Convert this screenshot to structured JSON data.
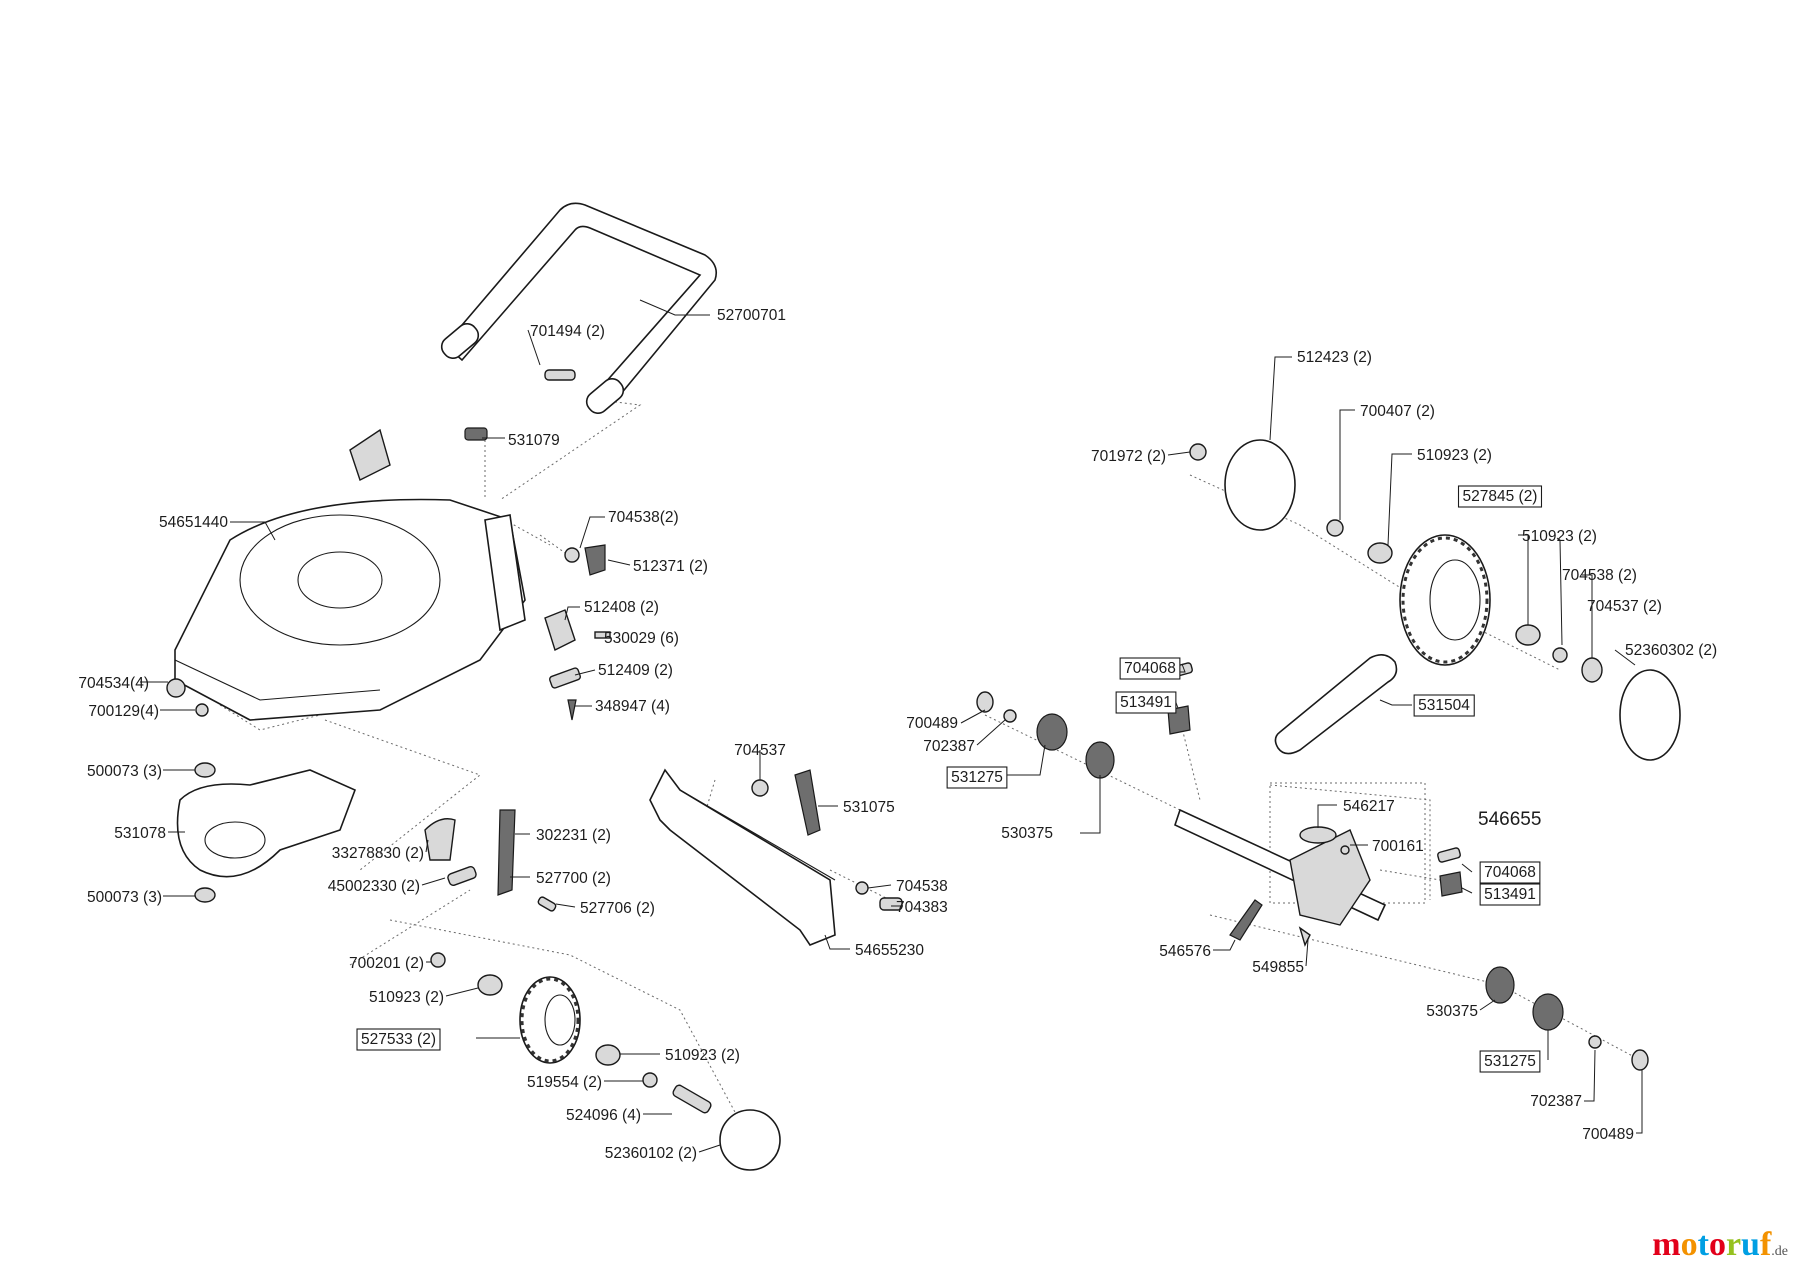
{
  "brand": {
    "parts": [
      "m",
      "o",
      "t",
      "o",
      "r",
      "u",
      "f"
    ],
    "colors": [
      "#e2001a",
      "#f39200",
      "#009fe3",
      "#e2001a",
      "#95c11f",
      "#009fe3",
      "#f39200"
    ],
    "tld": ".de"
  },
  "labels": [
    {
      "id": "l1",
      "text": "52700701",
      "boxed": false
    },
    {
      "id": "l2",
      "text": "701494 (2)",
      "boxed": false
    },
    {
      "id": "l3",
      "text": "531079",
      "boxed": false
    },
    {
      "id": "l4",
      "text": "54651440",
      "boxed": false
    },
    {
      "id": "l5",
      "text": "704538(2)",
      "boxed": false
    },
    {
      "id": "l6",
      "text": "512371 (2)",
      "boxed": false
    },
    {
      "id": "l7",
      "text": "512408 (2)",
      "boxed": false
    },
    {
      "id": "l8",
      "text": "530029 (6)",
      "boxed": false
    },
    {
      "id": "l9",
      "text": "512409 (2)",
      "boxed": false
    },
    {
      "id": "l10",
      "text": "348947 (4)",
      "boxed": false
    },
    {
      "id": "l11",
      "text": "704534(4)",
      "boxed": false
    },
    {
      "id": "l12",
      "text": "700129(4)",
      "boxed": false
    },
    {
      "id": "l13",
      "text": "500073 (3)",
      "boxed": false
    },
    {
      "id": "l14",
      "text": "531078",
      "boxed": false
    },
    {
      "id": "l15",
      "text": "500073 (3)",
      "boxed": false
    },
    {
      "id": "l16",
      "text": "33278830 (2)",
      "boxed": false
    },
    {
      "id": "l17",
      "text": "302231 (2)",
      "boxed": false
    },
    {
      "id": "l18",
      "text": "45002330 (2)",
      "boxed": false
    },
    {
      "id": "l19",
      "text": "527700 (2)",
      "boxed": false
    },
    {
      "id": "l20",
      "text": "527706 (2)",
      "boxed": false
    },
    {
      "id": "l21",
      "text": "700201 (2)",
      "boxed": false
    },
    {
      "id": "l22",
      "text": "510923 (2)",
      "boxed": false
    },
    {
      "id": "l23",
      "text": "527533 (2)",
      "boxed": true
    },
    {
      "id": "l24",
      "text": "510923 (2)",
      "boxed": false
    },
    {
      "id": "l25",
      "text": "519554 (2)",
      "boxed": false
    },
    {
      "id": "l26",
      "text": "524096 (4)",
      "boxed": false
    },
    {
      "id": "l27",
      "text": "52360102 (2)",
      "boxed": false
    },
    {
      "id": "l28",
      "text": "704537",
      "boxed": false
    },
    {
      "id": "l29",
      "text": "531075",
      "boxed": false
    },
    {
      "id": "l30",
      "text": "704538",
      "boxed": false
    },
    {
      "id": "l31",
      "text": "704383",
      "boxed": false
    },
    {
      "id": "l32",
      "text": "54655230",
      "boxed": false
    },
    {
      "id": "l33",
      "text": "512423 (2)",
      "boxed": false
    },
    {
      "id": "l34",
      "text": "700407 (2)",
      "boxed": false
    },
    {
      "id": "l35",
      "text": "701972 (2)",
      "boxed": false
    },
    {
      "id": "l36",
      "text": "510923 (2)",
      "boxed": false
    },
    {
      "id": "l37",
      "text": "527845 (2)",
      "boxed": true
    },
    {
      "id": "l38",
      "text": "510923 (2)",
      "boxed": false
    },
    {
      "id": "l39",
      "text": "704538 (2)",
      "boxed": false
    },
    {
      "id": "l40",
      "text": "704537 (2)",
      "boxed": false
    },
    {
      "id": "l41",
      "text": "52360302 (2)",
      "boxed": false
    },
    {
      "id": "l42",
      "text": "704068",
      "boxed": true
    },
    {
      "id": "l43",
      "text": "513491",
      "boxed": true
    },
    {
      "id": "l44",
      "text": "531504",
      "boxed": true
    },
    {
      "id": "l45",
      "text": "700489",
      "boxed": false
    },
    {
      "id": "l46",
      "text": "702387",
      "boxed": false
    },
    {
      "id": "l47",
      "text": "531275",
      "boxed": true
    },
    {
      "id": "l48",
      "text": "530375",
      "boxed": false
    },
    {
      "id": "l49",
      "text": "546217",
      "boxed": false
    },
    {
      "id": "l50",
      "text": "546655",
      "boxed": false,
      "big": true
    },
    {
      "id": "l51",
      "text": "700161",
      "boxed": false
    },
    {
      "id": "l52",
      "text": "704068",
      "boxed": true
    },
    {
      "id": "l53",
      "text": "513491",
      "boxed": true
    },
    {
      "id": "l54",
      "text": "546576",
      "boxed": false
    },
    {
      "id": "l55",
      "text": "549855",
      "boxed": false
    },
    {
      "id": "l56",
      "text": "530375",
      "boxed": false
    },
    {
      "id": "l57",
      "text": "531275",
      "boxed": true
    },
    {
      "id": "l58",
      "text": "702387",
      "boxed": false
    },
    {
      "id": "l59",
      "text": "700489",
      "boxed": false
    }
  ]
}
